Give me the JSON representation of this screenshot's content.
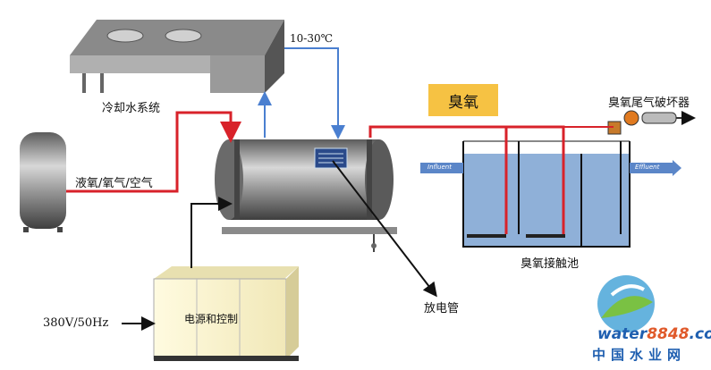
{
  "labels": {
    "cooling_system": "冷却水系统",
    "temperature": "10-30℃",
    "gas_source": "液氧/氧气/空气",
    "ozone": "臭氧",
    "tail_gas_destructor": "臭氧尾气破坏器",
    "contact_tank": "臭氧接触池",
    "discharge_tube": "放电管",
    "power_control": "电源和控制",
    "power_input": "380V/50Hz",
    "inlet_tag": "Influent",
    "outlet_tag": "Effluent"
  },
  "watermark": {
    "url_prefix": "water",
    "url_number": "8848",
    "url_suffix": ".com",
    "chinese": "中国水业网"
  },
  "colors": {
    "gas_line": "#d8222a",
    "water_line": "#4a7fd0",
    "ozone_box": "#f6c243",
    "tank_water": "#8fb0d8"
  }
}
